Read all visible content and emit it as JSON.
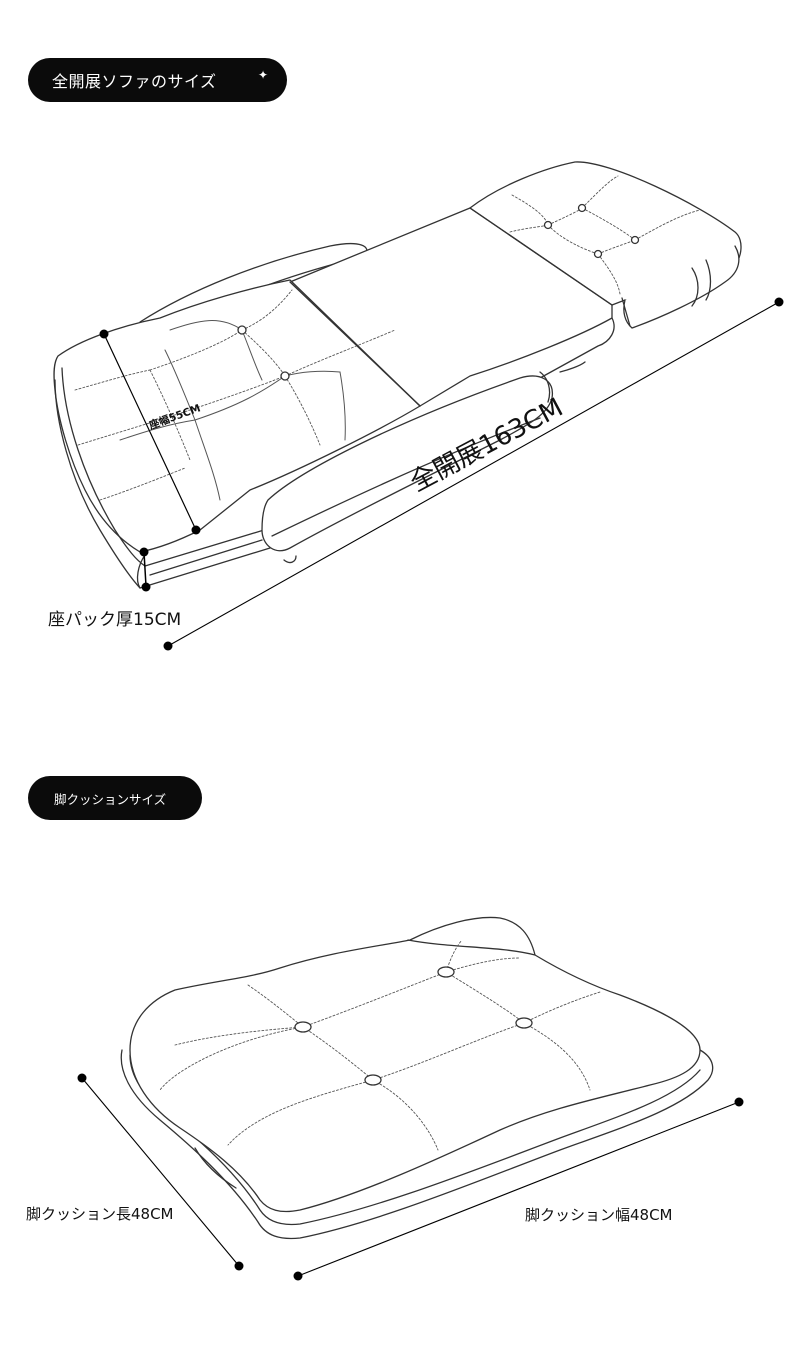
{
  "sofa_section": {
    "title": "全開展ソファのサイズ",
    "total_length": "全開展163CM",
    "seat_width": "座幅55CM",
    "seat_pack_thickness": "座パック厚15CM"
  },
  "cushion_section": {
    "title": "脚クッションサイズ",
    "length": "脚クッション長48CM",
    "width": "脚クッション幅48CM"
  }
}
